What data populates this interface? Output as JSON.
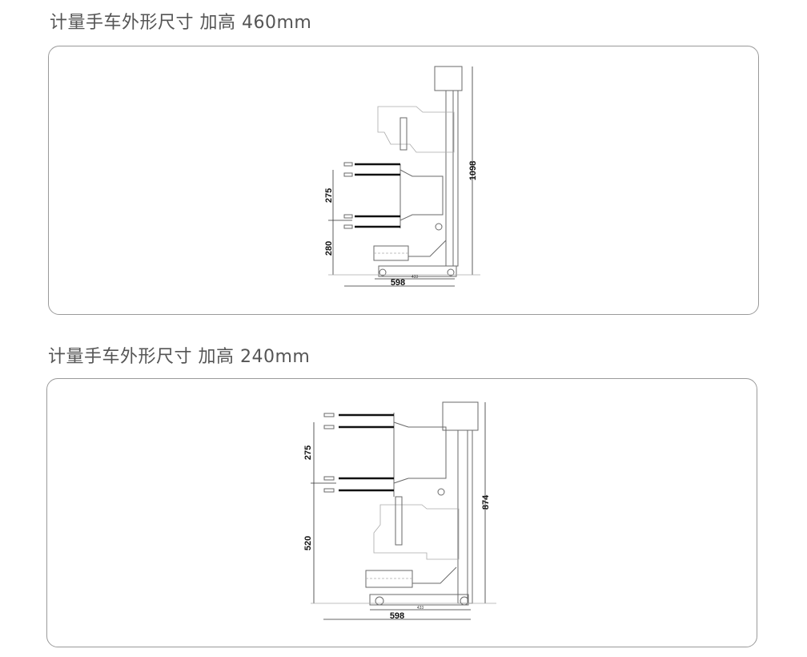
{
  "sections": [
    {
      "title": "计量手车外形尺寸 加高 460mm",
      "dims": {
        "height": "1098",
        "spacing": "275",
        "lower": "280",
        "width": "598",
        "inner": "433"
      }
    },
    {
      "title": "计量手车外形尺寸 加高 240mm",
      "dims": {
        "height": "874",
        "spacing": "275",
        "lower": "520",
        "width": "598",
        "inner": "433"
      }
    }
  ]
}
